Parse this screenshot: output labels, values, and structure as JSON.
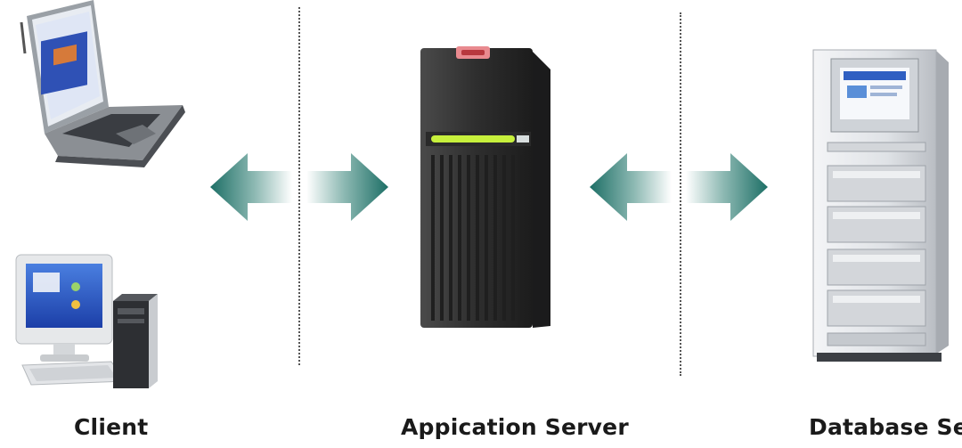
{
  "diagram": {
    "labels": {
      "client": "Client",
      "app_server": "Appication Server",
      "db_server": "Database Se"
    },
    "icons": {
      "laptop": "laptop-icon",
      "desktop": "desktop-computer-icon",
      "tower": "server-tower-icon",
      "rack": "database-server-rack-icon",
      "arrow": "bidirectional-arrow-icon"
    },
    "colors": {
      "arrow": "#1d6f66",
      "server_body": "#3a3a3a",
      "server_light": "#c7f03c",
      "rack_body": "#e4e6ea"
    }
  }
}
